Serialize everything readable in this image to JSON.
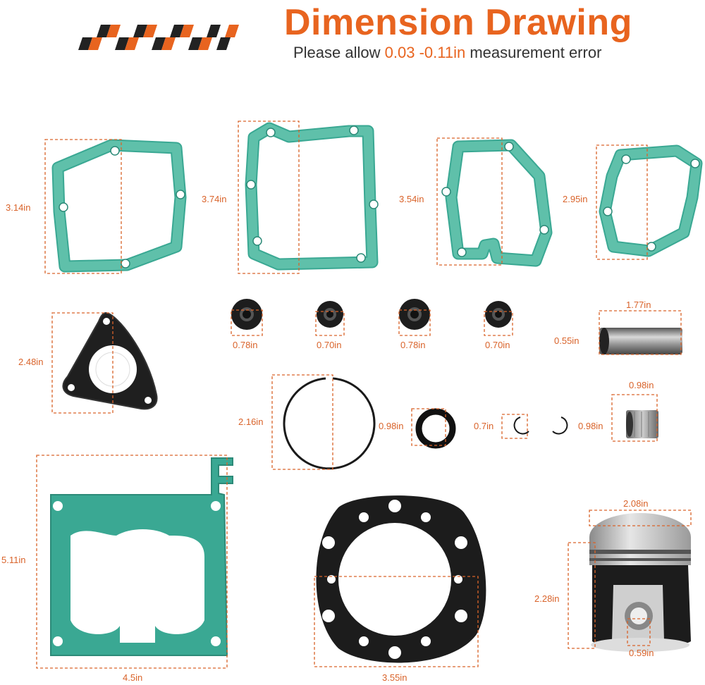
{
  "header": {
    "title": "Dimension Drawing",
    "subtitle_pre": "Please allow ",
    "subtitle_accent": "0.03 -0.11in",
    "subtitle_post": " measurement error"
  },
  "colors": {
    "accent": "#e8641f",
    "teal": "#3aa893",
    "black": "#1a1a1a"
  },
  "dimensions": {
    "gasket_1_height": "3.14in",
    "gasket_2_height": "3.74in",
    "gasket_3_height": "3.54in",
    "gasket_4_height": "2.95in",
    "triangle_gasket_height": "2.48in",
    "seal_1": "0.78in",
    "seal_2": "0.70in",
    "seal_3": "0.78in",
    "seal_4": "0.70in",
    "pin_length": "1.77in",
    "pin_diameter": "0.55in",
    "ring_height": "2.16in",
    "oring_size": "0.98in",
    "clip_size": "0.7in",
    "bearing_width": "0.98in",
    "bearing_height": "0.98in",
    "base_gasket_height": "5.11in",
    "base_gasket_width": "4.5in",
    "head_gasket_width": "3.55in",
    "piston_width": "2.08in",
    "piston_height": "2.28in",
    "piston_pin_hole": "0.59in"
  }
}
